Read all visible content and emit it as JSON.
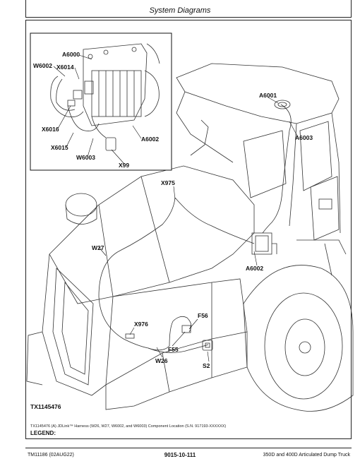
{
  "header": {
    "section_title": "System Diagrams"
  },
  "figure": {
    "figure_id": "TX1145476",
    "caption": "TX1145476 (A) JDLink™ Harness (W26, W27, W6002, and W6003) Component Location (S.N. 917193-XXXXXX)",
    "legend_label": "LEGEND:",
    "callouts": {
      "a6000": "A6000",
      "w6002": "W6002",
      "x6014": "X6014",
      "x6016": "X6016",
      "x6015": "X6015",
      "w6003": "W6003",
      "a6002_inset": "A6002",
      "x99": "X99",
      "a6001": "A6001",
      "a6003": "A6003",
      "x975": "X975",
      "w27": "W27",
      "a6002_main": "A6002",
      "f56": "F56",
      "x976": "X976",
      "f55": "F55",
      "w26": "W26",
      "s2": "S2"
    }
  },
  "footer": {
    "doc_id": "TM11186 (02AUG22)",
    "page_number": "9015-10-111",
    "product": "350D and 400D Articulated Dump Truck"
  }
}
